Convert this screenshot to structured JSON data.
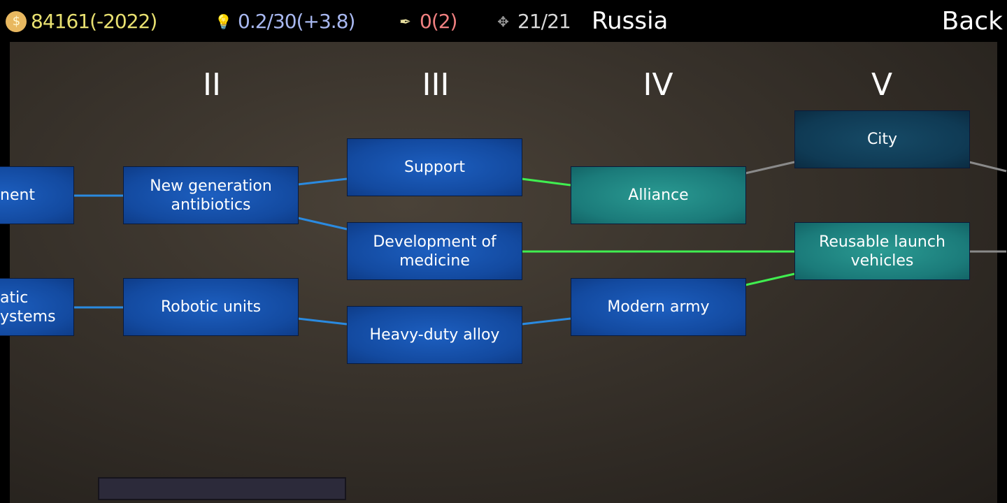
{
  "topbar": {
    "money": "84161(-2022)",
    "science": "0.2/30(+3.8)",
    "culture": "0(2)",
    "units": "21/21",
    "country": "Russia",
    "back": "Back",
    "icons": {
      "money": "coin-icon",
      "science": "lightbulb-icon",
      "culture": "quill-icon",
      "units": "move-arrows-icon"
    },
    "colors": {
      "money": "#e8e070",
      "science": "#a8b8f0",
      "culture": "#f08080",
      "units": "#d8d8d8"
    }
  },
  "columns": [
    "II",
    "III",
    "IV",
    "V"
  ],
  "nodes": {
    "partial1": "nent",
    "partial2a": "atic",
    "partial2b": "ystems",
    "antibiotics": "New generation antibiotics",
    "robotic": "Robotic units",
    "support": "Support",
    "medicine": "Development of medicine",
    "alloy": "Heavy-duty alloy",
    "alliance": "Alliance",
    "army": "Modern army",
    "city": "City",
    "reusable": "Reusable launch vehicles"
  },
  "colors": {
    "researched": "#1552b0",
    "available": "#1f8a85",
    "locked": "#0f3a54",
    "link_blue": "#2a8ae0",
    "link_green": "#40ee50",
    "link_gray": "#8a8a8a"
  }
}
